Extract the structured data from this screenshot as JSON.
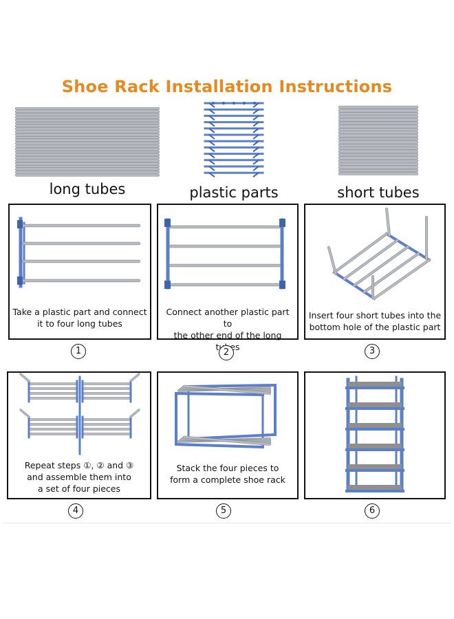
{
  "title": "Shoe Rack Installation Instructions",
  "parts": [
    {
      "label": "long tubes"
    },
    {
      "label": "plastic parts"
    },
    {
      "label": "short tubes"
    }
  ],
  "steps": [
    {
      "number": "1",
      "line1": "Take a plastic part and connect",
      "line2": "it to four long tubes"
    },
    {
      "number": "2",
      "line1": "Connect another plastic part to",
      "line2": "the other end of the long tubes"
    },
    {
      "number": "3",
      "line1": "Insert four short tubes into the",
      "line2": "bottom hole of the plastic part"
    },
    {
      "number": "4",
      "line1": "Repeat steps ①, ② and ③",
      "line2": "and assemble them into",
      "line3": "a set of four pieces"
    },
    {
      "number": "5",
      "line1": "Stack the four pieces to",
      "line2": "form a complete shoe rack"
    },
    {
      "number": "6"
    }
  ],
  "colors": {
    "title": "#e58a22",
    "plastic": "#5b80c8",
    "plastic_dark": "#3f63ad",
    "tube": "#b9bdc3",
    "tube_dark": "#8c9097",
    "shelf": "#8f8f8f"
  }
}
